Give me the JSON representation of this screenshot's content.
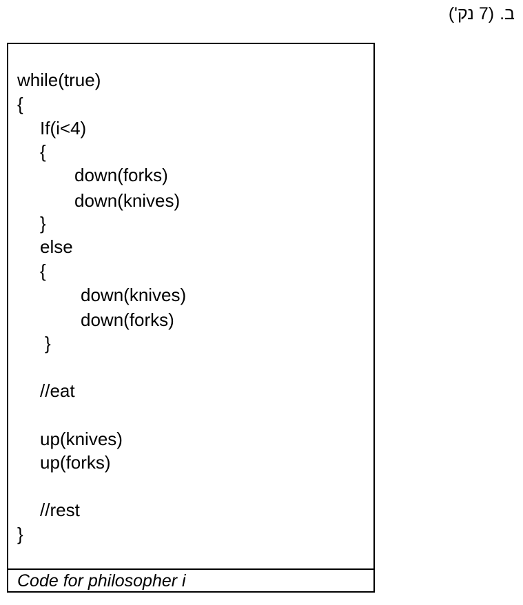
{
  "question": {
    "letter": "ב.",
    "points": "(7 נק')"
  },
  "code": {
    "lines": [
      "while(true)",
      "{",
      "If(i<4)",
      "{",
      "down(forks)",
      "down(knives)",
      "}",
      "else",
      "{",
      "down(knives)",
      "down(forks)",
      "}",
      "//eat",
      "up(knives)",
      "up(forks)",
      "//rest",
      "}"
    ],
    "caption": "Code for philosopher i"
  }
}
